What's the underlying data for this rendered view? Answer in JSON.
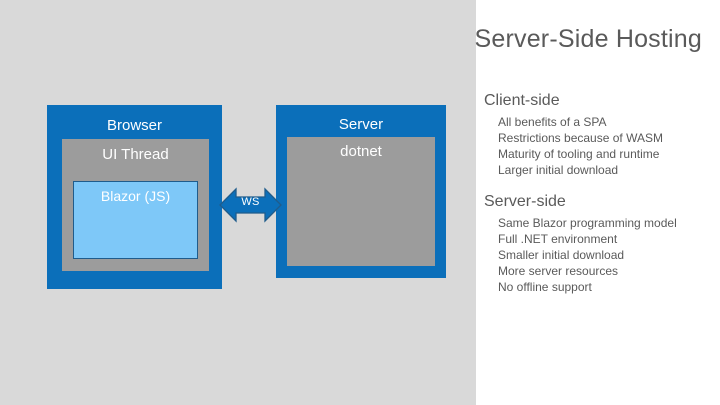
{
  "slide": {
    "title": "Server-Side Hosting",
    "background_left_color": "#d9d9d9",
    "background_right_color": "#ffffff",
    "title_color": "#595959"
  },
  "diagram": {
    "browser": {
      "label": "Browser",
      "fill_color": "#0b6fba",
      "inner": {
        "label": "UI Thread",
        "fill_color": "#9c9c9c",
        "inner": {
          "label": "Blazor (JS)",
          "fill_color": "#7ec8f8",
          "border_color": "#1f5c8c"
        }
      }
    },
    "server": {
      "label": "Server",
      "fill_color": "#0b6fba",
      "inner": {
        "label": "dotnet",
        "fill_color": "#9c9c9c"
      }
    },
    "connector": {
      "label": "WS",
      "fill_color": "#0b6fba",
      "border_color": "#1f5c8c",
      "direction": "bidirectional"
    }
  },
  "notes": [
    {
      "heading": "Client-side",
      "items": [
        "All benefits of a SPA",
        "Restrictions because of WASM",
        "Maturity of tooling and runtime",
        "Larger initial download"
      ]
    },
    {
      "heading": "Server-side",
      "items": [
        "Same Blazor programming model",
        "Full .NET environment",
        "Smaller initial download",
        "More server resources",
        "No offline support"
      ]
    }
  ]
}
